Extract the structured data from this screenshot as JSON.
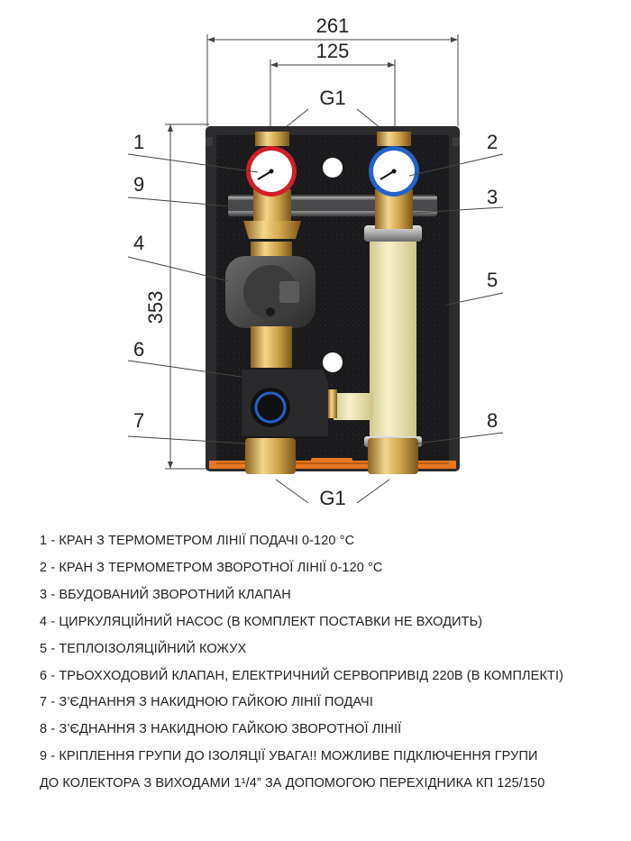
{
  "dimensions": {
    "overall_width": "261",
    "pipe_spacing": "125",
    "height": "353",
    "thread_top": "G1",
    "thread_bottom": "G1"
  },
  "callouts": [
    "1",
    "2",
    "3",
    "4",
    "5",
    "6",
    "7",
    "8",
    "9"
  ],
  "legend": [
    "1 - КРАН З ТЕРМОМЕТРОМ ЛІНІЇ ПОДАЧІ 0-120 °С",
    "2 - КРАН З ТЕРМОМЕТРОМ ЗВОРОТНОЇ ЛІНІЇ 0-120 °С",
    "3 - ВБУДОВАНИЙ ЗВОРОТНИЙ КЛАПАН",
    "4 - ЦИРКУЛЯЦІЙНИЙ НАСОС (В КОМПЛЕКТ ПОСТАВКИ НЕ ВХОДИТЬ)",
    "5 - ТЕПЛОІЗОЛЯЦІЙНИЙ КОЖУХ",
    "6 - ТРЬОХХОДОВИЙ КЛАПАН, ЕЛЕКТРИЧНИЙ СЕРВОПРИВІД 220В (В КОМПЛЕКТІ)",
    "7 - З’ЄДНАННЯ З НАКИДНОЮ ГАЙКОЮ ЛІНІЇ ПОДАЧІ",
    "8 - З’ЄДНАННЯ З НАКИДНОЮ ГАЙКОЮ ЗВОРОТНОЇ ЛІНІЇ",
    "9 - КРІПЛЕННЯ ГРУПИ ДО ІЗОЛЯЦІЇ УВАГА!! МОЖЛИВЕ ПІДКЛЮЧЕННЯ ГРУПИ",
    "ДО КОЛЕКТОРА З ВИХОДАМИ 1¹/4” ЗА ДОПОМОГОЮ ПЕРЕХІДНИКА КП 125/150"
  ],
  "colors": {
    "housing": "#2c2c2e",
    "insulation": "#161618",
    "brass": "#c79a3a",
    "orange": "#e87722",
    "pipe": "#eee6b4",
    "supply_ring": "#d21f26",
    "return_ring": "#2462c9"
  }
}
